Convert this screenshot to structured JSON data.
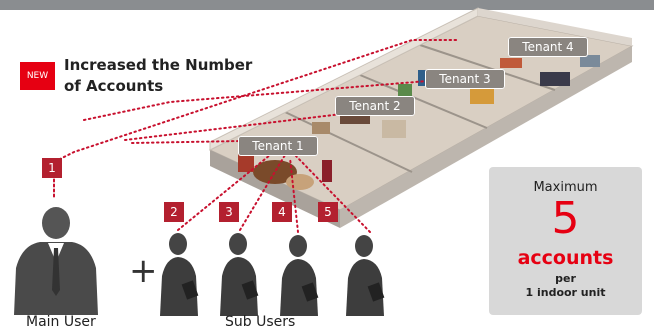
{
  "headline": {
    "badge": "NEW",
    "line1": "Increased the Number",
    "line2": "of Accounts"
  },
  "tenants": [
    "Tenant 1",
    "Tenant 2",
    "Tenant 3",
    "Tenant 4"
  ],
  "user_numbers": [
    "1",
    "2",
    "3",
    "4",
    "5"
  ],
  "labels": {
    "main_user": "Main User",
    "sub_users": "Sub Users",
    "plus": "+"
  },
  "maximum_box": {
    "title": "Maximum",
    "value": "5",
    "unit": "accounts",
    "per": "per",
    "scope": "1 indoor unit"
  },
  "colors": {
    "accent_red": "#e60012",
    "number_red": "#b3202f",
    "tenant_gray": "#8a8580",
    "top_bar": "#8a8d90",
    "box_gray": "#d8d8d8"
  }
}
